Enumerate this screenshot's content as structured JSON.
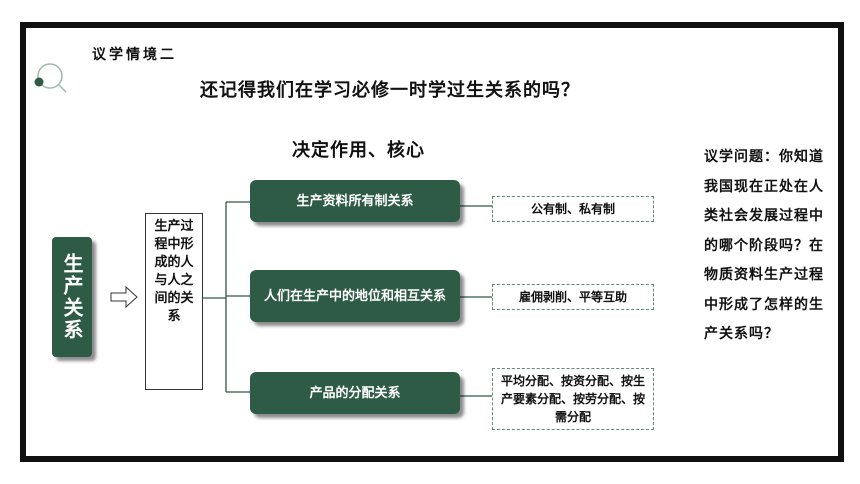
{
  "section_label": "议学情境二",
  "question_title": "还记得我们在学习必修一时学过生关系的吗？",
  "decide_label": "决定作用、核心",
  "root": {
    "label": "生产关系"
  },
  "middle": {
    "label": "生产过程中形成的人与人之间的关系"
  },
  "relations": [
    {
      "label": "生产资料所有制关系",
      "detail": "公有制、私有制"
    },
    {
      "label": "人们在生产中的地位和相互关系",
      "detail": "雇佣剥削、平等互助"
    },
    {
      "label": "产品的分配关系",
      "detail": "平均分配、按资分配、按生产要素分配、按劳分配、按需分配"
    }
  ],
  "side_question": "议学问题：你知道我国现在正处在人类社会发展过程中的哪个阶段吗？在物质资料生产过程中形成了怎样的生产关系吗？",
  "colors": {
    "box_green": "#2e5b45",
    "leaf_border": "#5c8c74",
    "frame": "#111111"
  }
}
